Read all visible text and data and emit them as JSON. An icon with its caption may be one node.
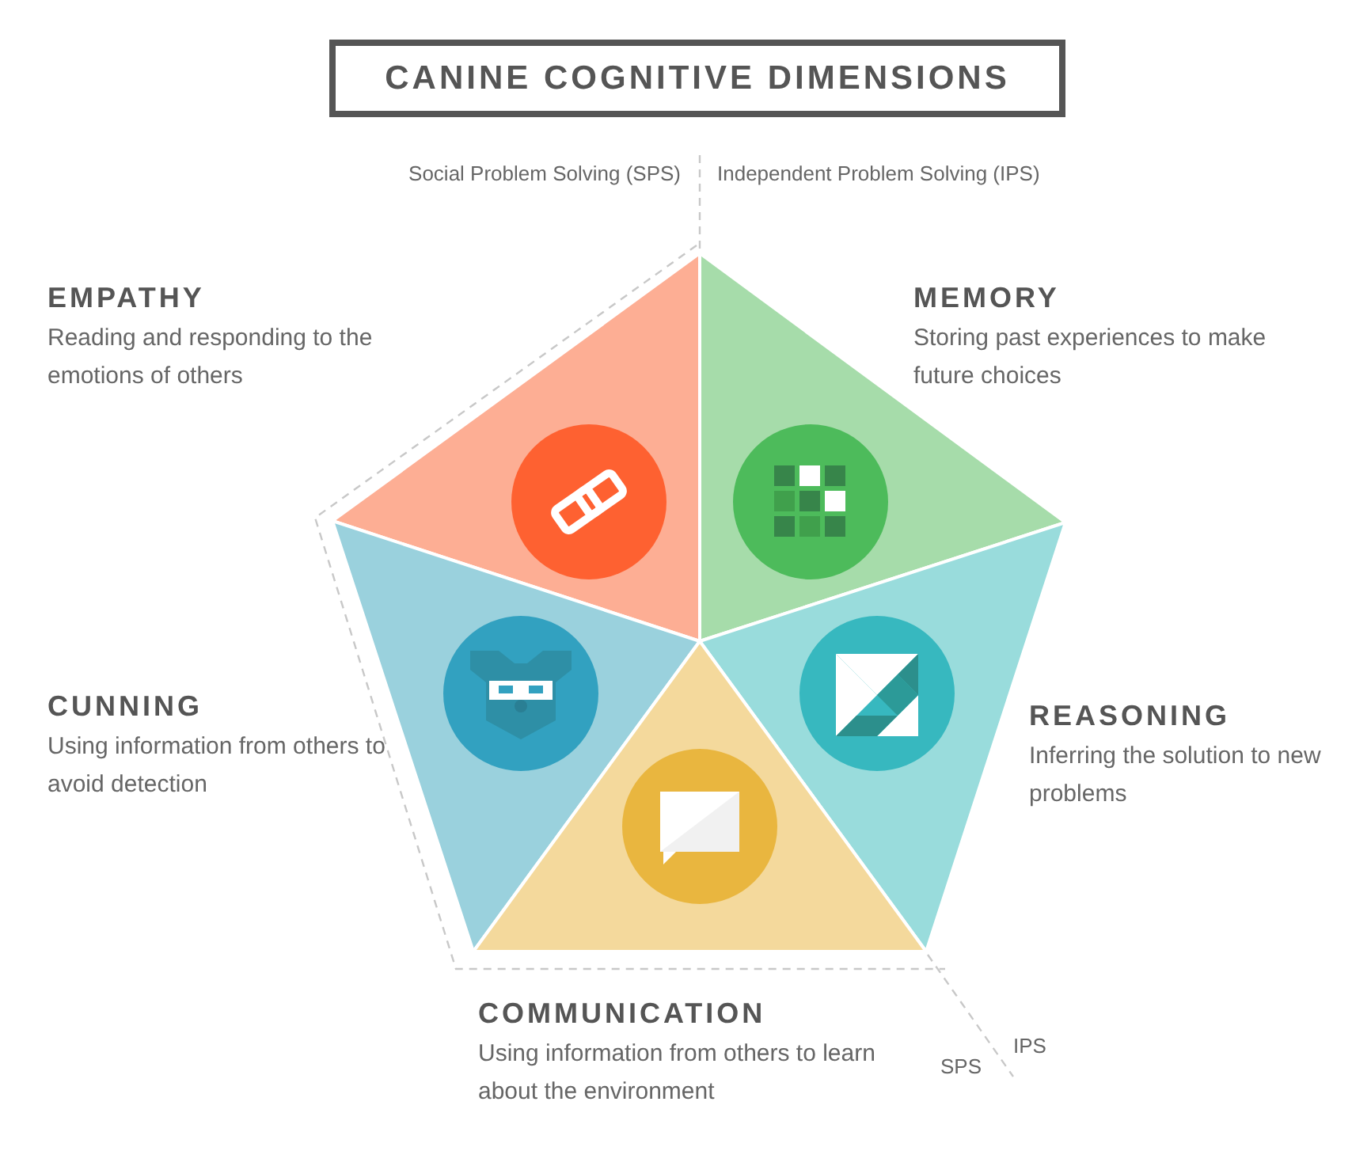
{
  "diagram": {
    "title": "CANINE COGNITIVE DIMENSIONS",
    "nodes": [
      {
        "text": [
          "EMPATHY",
          "Reading and responding to the emotions of others"
        ]
      },
      {
        "text": [
          "MEMORY",
          "Storing past experiences to make future choices"
        ]
      },
      {
        "text": [
          "CUNNING",
          "Using information from others to avoid detection"
        ]
      },
      {
        "text": [
          "REASONING",
          "Inferring the solution to new problems"
        ]
      },
      {
        "text": [
          "COMMUNICATION",
          "Using information from others to learn about the environment"
        ]
      }
    ],
    "labels": [
      "Social Problem Solving (SPS)",
      "Independent Problem Solving (IPS)",
      "IPS",
      "SPS"
    ]
  }
}
